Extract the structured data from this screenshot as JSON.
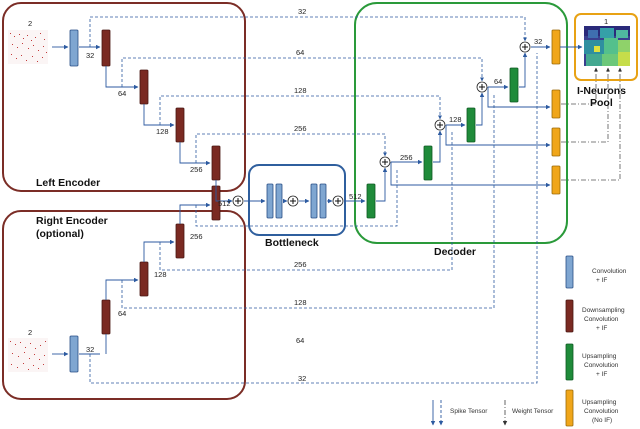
{
  "encoders": {
    "left_title": "Left Encoder",
    "right_title_line1": "Right Encoder",
    "right_title_line2": "(optional)",
    "input_channels_left": "2",
    "input_channels_right": "2"
  },
  "bottleneck": {
    "title": "Bottleneck"
  },
  "decoder": {
    "title": "Decoder"
  },
  "pool": {
    "title_line1": "I-Neurons",
    "title_line2": "Pool",
    "output_channels": "1"
  },
  "channels": {
    "c32": "32",
    "c64": "64",
    "c128": "128",
    "c256": "256",
    "c512": "512"
  },
  "legend": {
    "conv_if": [
      "Convolution",
      "+ IF"
    ],
    "down_conv": [
      "Downsampling",
      "Convolution",
      "+ IF"
    ],
    "up_conv_if": [
      "Upsampling",
      "Convolution",
      "+ IF"
    ],
    "up_conv_noif": [
      "Upsampling",
      "Convolution",
      "(No IF)"
    ],
    "spike_tensor": "Spike Tensor",
    "weight_tensor": "Weight Tensor"
  },
  "colors": {
    "encoder_frame": "#7b2d26",
    "bottleneck_frame": "#2f5f9e",
    "decoder_frame": "#2a9a3a",
    "pool_frame": "#e8a214",
    "blue_block": "#7fa6d1",
    "brown_block": "#7a2a22",
    "green_block": "#1f8b3a",
    "orange_block": "#f0a61a"
  }
}
